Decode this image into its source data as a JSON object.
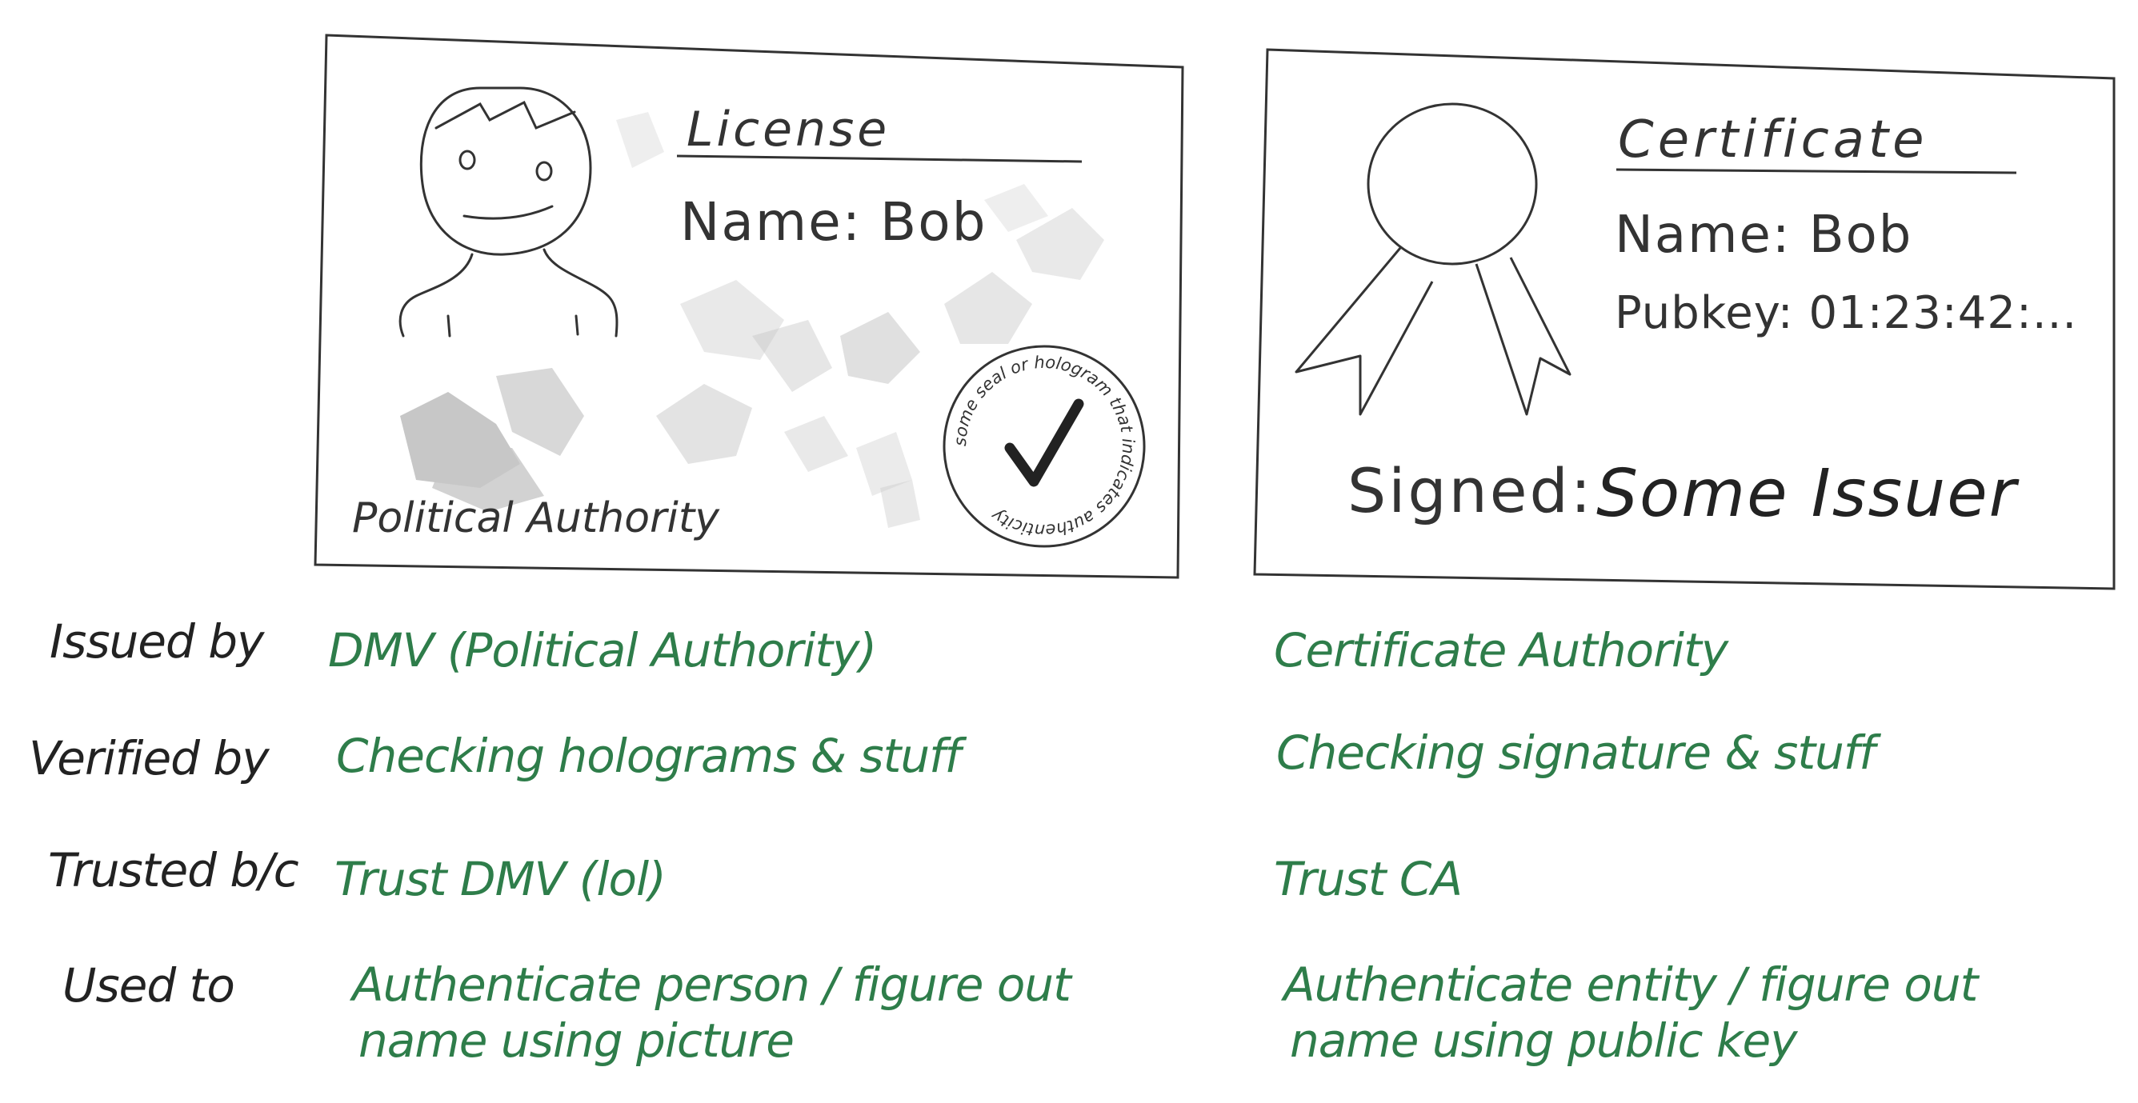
{
  "license_card": {
    "title": "License",
    "name_line": "Name: Bob",
    "issuer_text": "Political Authority",
    "seal_text": "some seal or hologram that indicates authenticity"
  },
  "certificate_card": {
    "title": "Certificate",
    "name_line": "Name: Bob",
    "pubkey_line": "Pubkey: 01:23:42:...",
    "signed_label": "Signed:",
    "signature": "Some Issuer"
  },
  "comparison": {
    "rows": [
      {
        "label": "Issued by",
        "license": "DMV (Political Authority)",
        "certificate": "Certificate Authority"
      },
      {
        "label": "Verified by",
        "license": "Checking holograms & stuff",
        "certificate": "Checking signature & stuff"
      },
      {
        "label": "Trusted b/c",
        "license": "Trust DMV (lol)",
        "certificate": "Trust CA"
      },
      {
        "label": "Used to",
        "license_line1": "Authenticate person / figure out",
        "license_line2": "name using picture",
        "certificate_line1": "Authenticate entity / figure out",
        "certificate_line2": "name using public key"
      }
    ]
  },
  "colors": {
    "ink": "#222222",
    "green": "#2e7d4a",
    "hologram": "#9a9a9a"
  }
}
